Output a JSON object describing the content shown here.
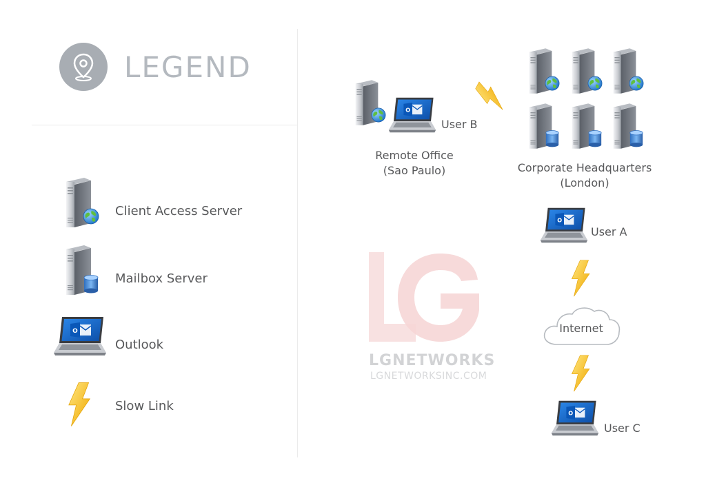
{
  "legend": {
    "title": "LEGEND",
    "items": [
      {
        "icon": "client-access-server-icon",
        "label": "Client Access Server"
      },
      {
        "icon": "mailbox-server-icon",
        "label": "Mailbox Server"
      },
      {
        "icon": "outlook-laptop-icon",
        "label": "Outlook"
      },
      {
        "icon": "lightning-bolt-icon",
        "label": "Slow Link"
      }
    ]
  },
  "diagram": {
    "remote_office": {
      "line1": "Remote Office",
      "line2": "(Sao Paulo)"
    },
    "user_b": "User B",
    "headquarters": {
      "line1": "Corporate Headquarters",
      "line2": "(London)"
    },
    "user_a": "User A",
    "internet": "Internet",
    "user_c": "User C"
  },
  "watermark": {
    "name": "LGNETWORKS",
    "url": "LGNETWORKSINC.COM"
  },
  "colors": {
    "bolt": "#f6c21a",
    "outlook_blue": "#1a6fc9",
    "server_gray": "#8a8f96",
    "db_blue": "#3a7fd0",
    "globe_green": "#4caf50",
    "watermark_red": "#f6d8d8"
  }
}
